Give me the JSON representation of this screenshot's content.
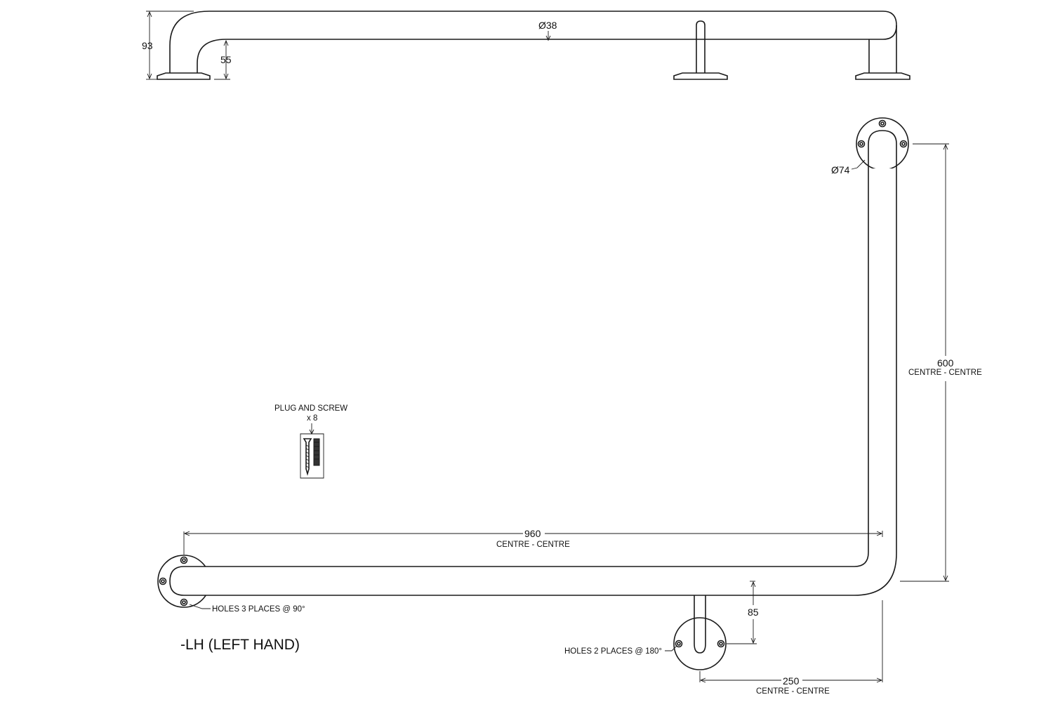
{
  "side_view": {
    "height_total": "93",
    "height_clear": "55",
    "tube_diameter": "Ø38"
  },
  "plan_view": {
    "flange_diameter": "Ø74",
    "vertical_cc": "600",
    "vertical_cc_label": "CENTRE - CENTRE",
    "horizontal_cc": "960",
    "horizontal_cc_label": "CENTRE - CENTRE",
    "support_offset": "85",
    "support_cc": "250",
    "support_cc_label": "CENTRE - CENTRE",
    "holes_end_note": "HOLES 3 PLACES @ 90°",
    "holes_support_note": "HOLES 2 PLACES @ 180°",
    "hand_label": "-LH (LEFT HAND)"
  },
  "fixings": {
    "title": "PLUG AND SCREW",
    "quantity": "x 8"
  }
}
